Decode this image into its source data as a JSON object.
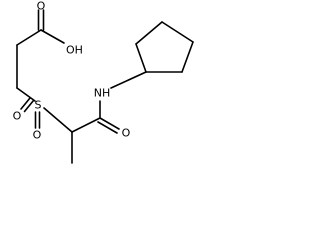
{
  "molecule": {
    "atoms": {
      "o_carbonyl_acid": "O",
      "oh_acid": "OH",
      "nh_amide": "NH",
      "s_sulfonyl": "S",
      "o_sulfonyl_left": "O",
      "o_sulfonyl_bottom": "O",
      "o_carbonyl_amide": "O"
    }
  },
  "colors": {
    "bond": "#000000",
    "label": "#000000",
    "background": "#ffffff"
  }
}
